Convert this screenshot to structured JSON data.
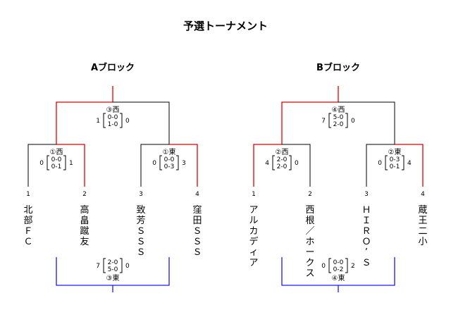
{
  "title": "予選トーナメント",
  "blocks": [
    {
      "name": "Aブロック",
      "final": {
        "label": "③西",
        "left": "1",
        "right": "0",
        "top": "0-0",
        "bottom": "1-0"
      },
      "semi_left": {
        "label": "①西",
        "left": "0",
        "right": "1",
        "top": "0-0",
        "bottom": "0-1"
      },
      "semi_right": {
        "label": "①東",
        "left": "0",
        "right": "3",
        "top": "0-0",
        "bottom": "0-3"
      },
      "seeds": [
        "1",
        "2",
        "3",
        "4"
      ],
      "teams": [
        [
          "北",
          "部",
          "Ｆ",
          "Ｃ"
        ],
        [
          "高",
          "畠",
          "蹴",
          "友"
        ],
        [
          "致",
          "芳",
          "Ｓ",
          "Ｓ",
          "Ｓ"
        ],
        [
          "窪",
          "田",
          "Ｓ",
          "Ｓ",
          "Ｓ"
        ]
      ],
      "third": {
        "label": "③東",
        "left": "7",
        "right": "0",
        "top": "2-0",
        "bottom": "5-0"
      }
    },
    {
      "name": "Bブロック",
      "final": {
        "label": "④西",
        "left": "7",
        "right": "0",
        "top": "5-0",
        "bottom": "2-0"
      },
      "semi_left": {
        "label": "②西",
        "left": "4",
        "right": "0",
        "top": "2-0",
        "bottom": "2-0"
      },
      "semi_right": {
        "label": "②東",
        "left": "0",
        "right": "4",
        "top": "0-3",
        "bottom": "0-1"
      },
      "seeds": [
        "1",
        "2",
        "3",
        "4"
      ],
      "teams": [
        [
          "ア",
          "ル",
          "カ",
          "デ",
          "ィ",
          "ア"
        ],
        [
          "西",
          "根",
          "／",
          "ホ",
          "ー",
          "ク",
          "ス"
        ],
        [
          "Ｈ",
          "Ｉ",
          "Ｒ",
          "Ｏ",
          "’",
          "Ｓ"
        ],
        [
          "蔵",
          "王",
          "二",
          "小"
        ]
      ],
      "third": {
        "label": "④東",
        "left": "0",
        "right": "2",
        "top": "0-0",
        "bottom": "0-2"
      }
    }
  ],
  "colors": {
    "winner": "#e00000",
    "third_place": "#1a1aff",
    "line": "#000000"
  }
}
